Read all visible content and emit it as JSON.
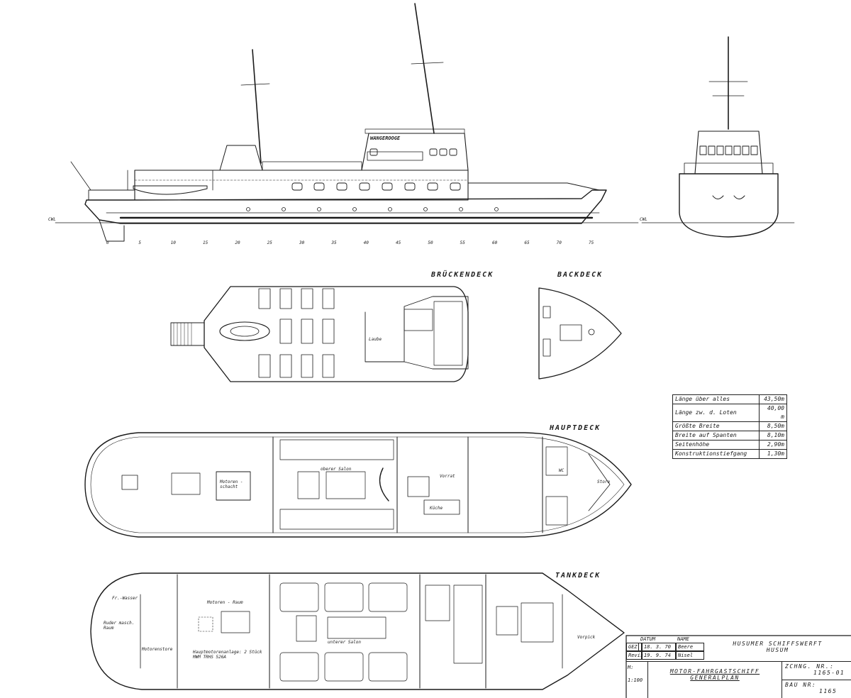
{
  "labels": {
    "bridge_deck": "BRÜCKENDECK",
    "fore_deck": "BACKDECK",
    "main_deck": "HAUPTDECK",
    "tank_deck": "TANKDECK",
    "ship_name": "WANGEROOGE",
    "waterline_left": "CWL",
    "waterline_right": "CWL",
    "upper_salon": "oberer Salon",
    "lower_salon": "unterer Salon",
    "engine_room": "Motoren - Raum",
    "engine_store": "Motorenstore",
    "lounge": "Laube",
    "galley": "Küche",
    "provisions": "Vorrat",
    "fore_store": "Vorpick",
    "store": "Store",
    "rudder_room": "Ruder masch. Raum",
    "fresh_water": "Fr.-Wasser",
    "main_engine_note": "Hauptmotorenanlage: 2 Stück MWM TRHS 526A",
    "motor_shaft": "Motoren - schacht",
    "wc": "WC",
    "frame_numbers": [
      "0",
      "5",
      "10",
      "15",
      "20",
      "25",
      "30",
      "35",
      "40",
      "45",
      "50",
      "55",
      "60",
      "65",
      "70",
      "75"
    ]
  },
  "dimensions": [
    {
      "label": "Länge über alles",
      "value": "43,50m"
    },
    {
      "label": "Länge zw. d. Loten",
      "value": "40,00 m"
    },
    {
      "label": "Größte Breite",
      "value": "8,50m"
    },
    {
      "label": "Breite auf Spanten",
      "value": "8,10m"
    },
    {
      "label": "Seitenhöhe",
      "value": "2,90m"
    },
    {
      "label": "Konstruktionstiefgang",
      "value": "1,30m"
    }
  ],
  "title_block": {
    "col_datum": "DATUM",
    "col_name": "NAME",
    "row_gez": "GEZ.",
    "gez_date": "18. 3. 70",
    "gez_name": "Beere",
    "row_revised": "Revis.",
    "revised_date": "19. 9. 74",
    "revised_name": "Nisel",
    "yard": "HUSUMER SCHIFFSWERFT",
    "city": "HUSUM",
    "scale_label": "M:",
    "scale": "1:100",
    "vessel": "MOTOR-FAHRGASTSCHIFF",
    "drawing": "GENERALPLAN",
    "drawing_no_label": "ZCHNG. NR.:",
    "drawing_no": "1165-01",
    "build_no_label": "BAU NR:",
    "build_no": "1165"
  },
  "colors": {
    "ink": "#1a1a1a",
    "paper": "#ffffff"
  }
}
